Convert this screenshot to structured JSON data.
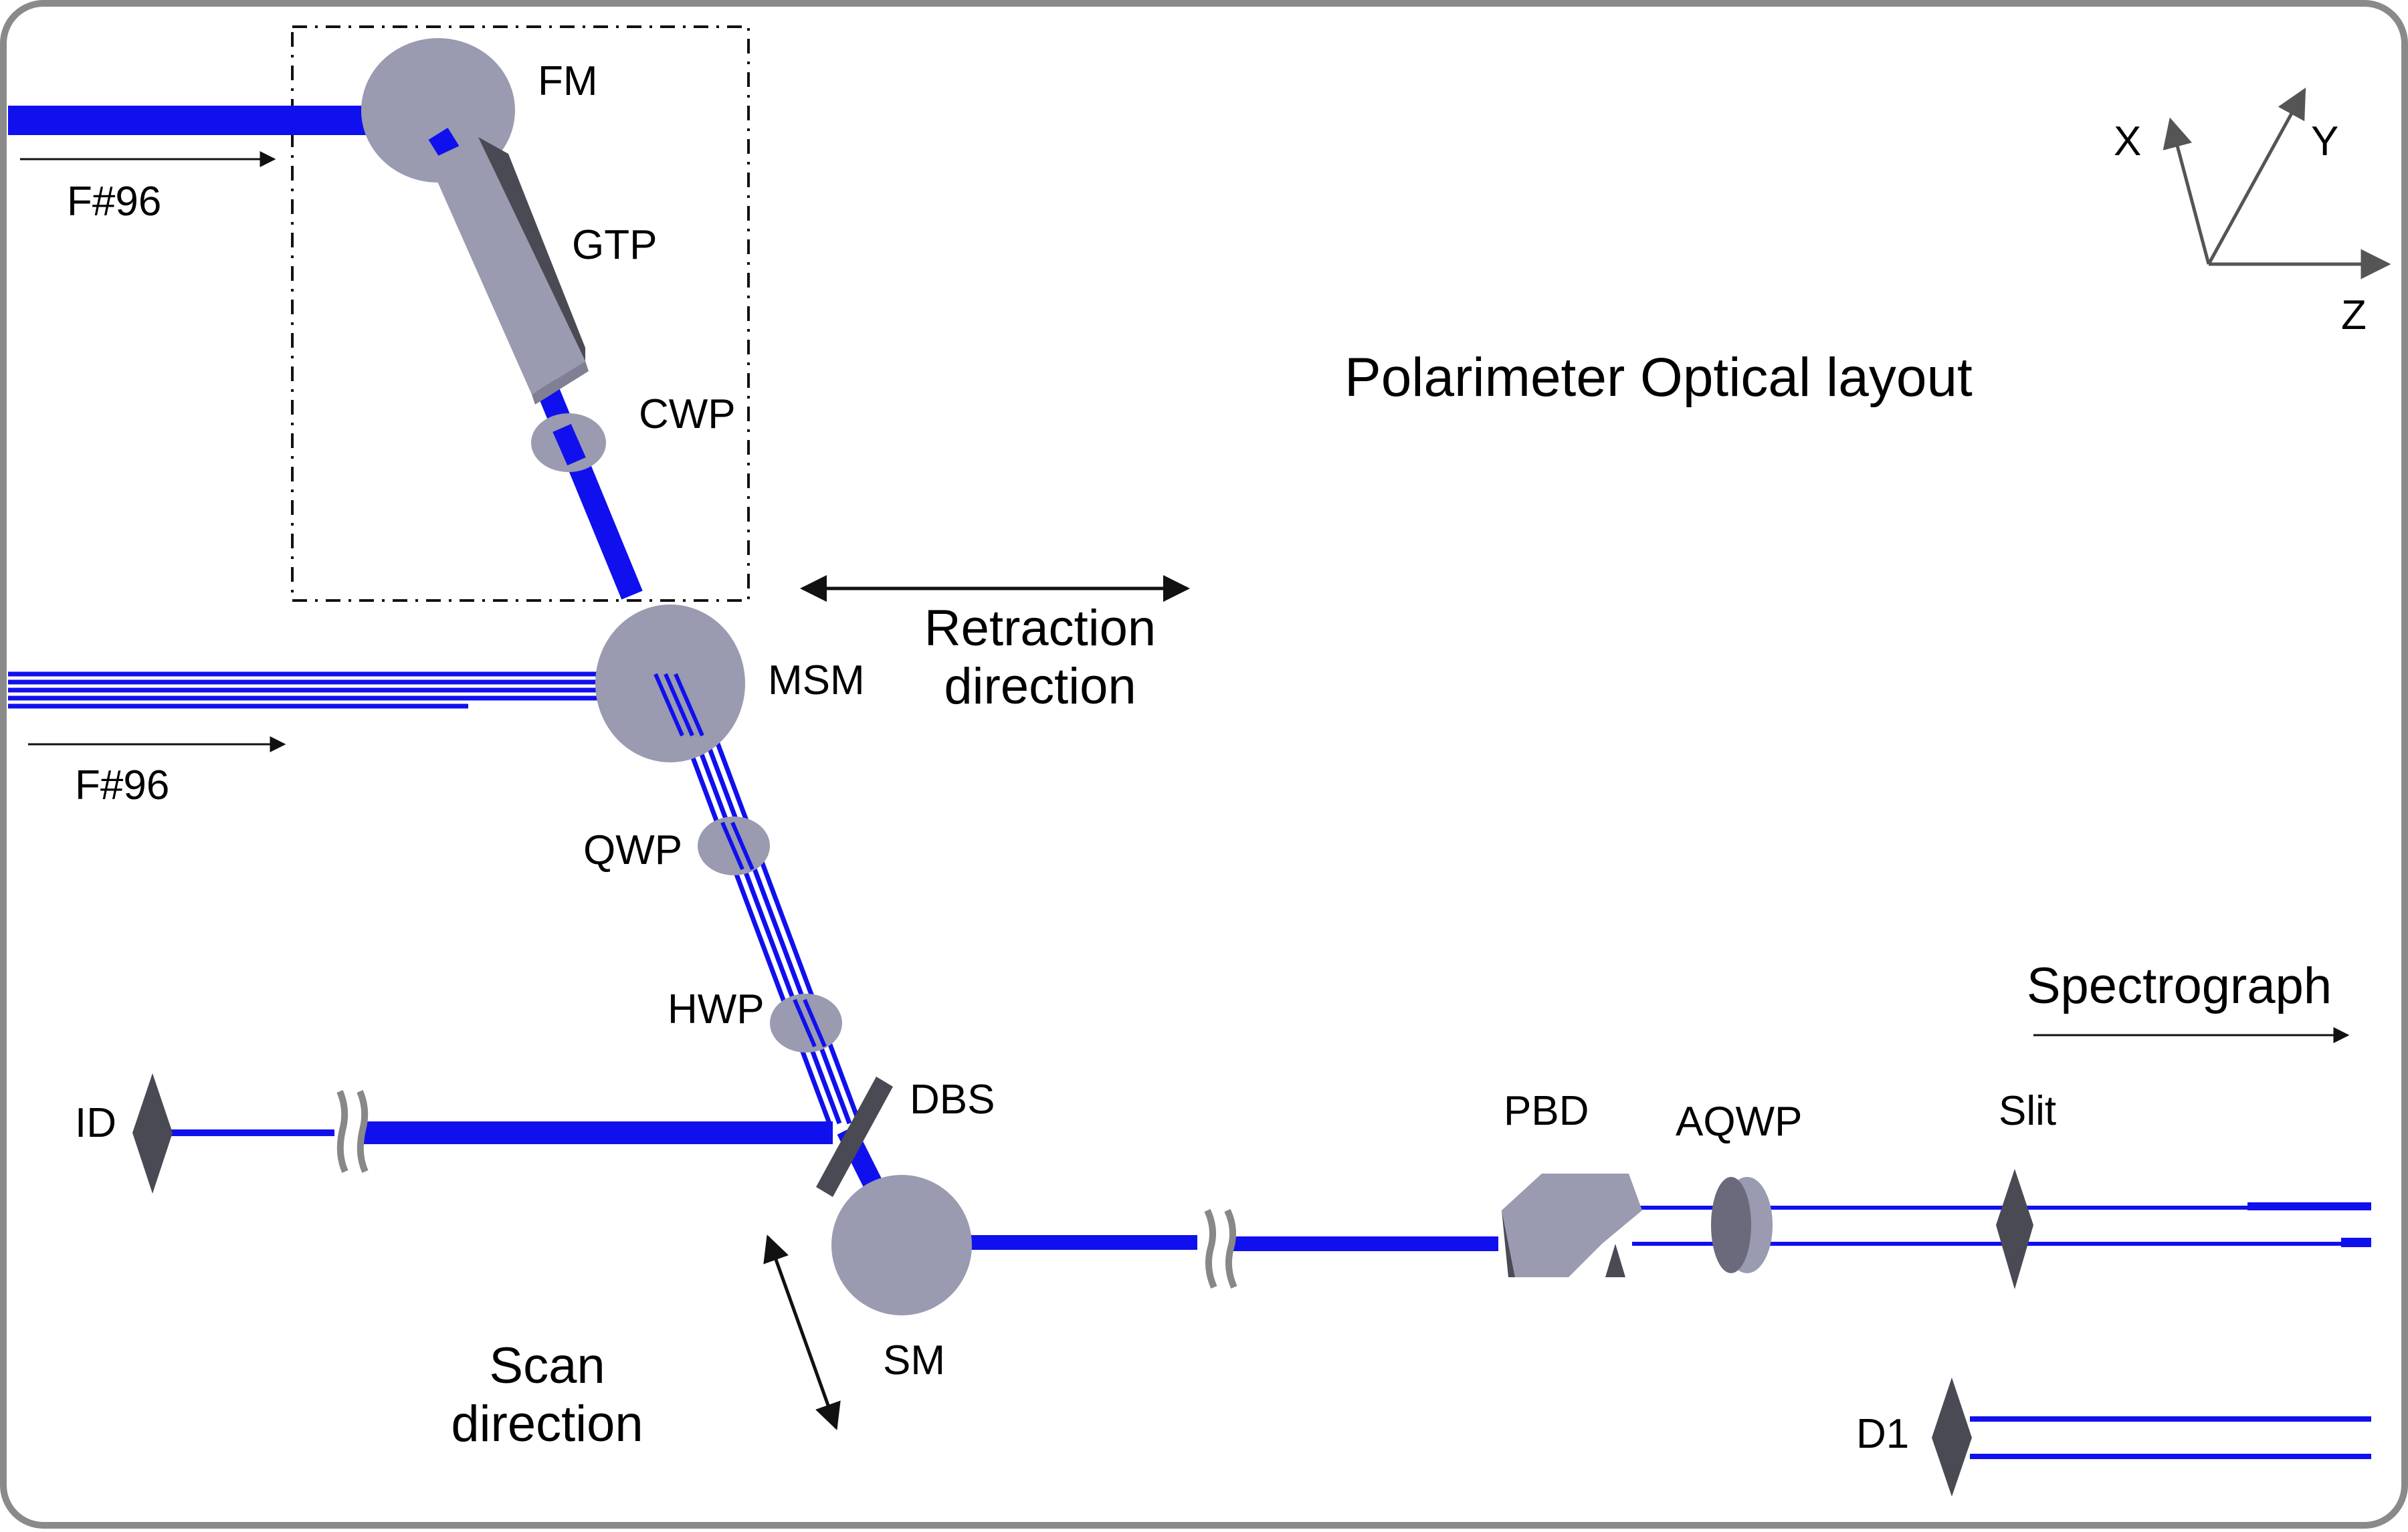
{
  "title": "Polarimeter Optical layout",
  "colors": {
    "beam": "#1010ee",
    "optic_fill": "#9a9ab0",
    "optic_dark": "#4a4a55",
    "arrow": "#222222",
    "axis": "#555555",
    "frame": "#8a8a8a"
  },
  "components": {
    "fm": "FM",
    "gtp": "GTP",
    "cwp": "CWP",
    "msm": "MSM",
    "qwp": "QWP",
    "hwp": "HWP",
    "dbs": "DBS",
    "id": "ID",
    "sm": "SM",
    "pbd": "PBD",
    "aqwp": "AQWP",
    "slit": "Slit",
    "d1": "D1"
  },
  "beam_labels": {
    "f96_top": "F#96",
    "f96_mid": "F#96"
  },
  "annotations": {
    "retraction_line1": "Retraction",
    "retraction_line2": "direction",
    "scan_line1": "Scan",
    "scan_line2": "direction",
    "spectrograph": "Spectrograph"
  },
  "axes": {
    "x": "X",
    "y": "Y",
    "z": "Z"
  }
}
